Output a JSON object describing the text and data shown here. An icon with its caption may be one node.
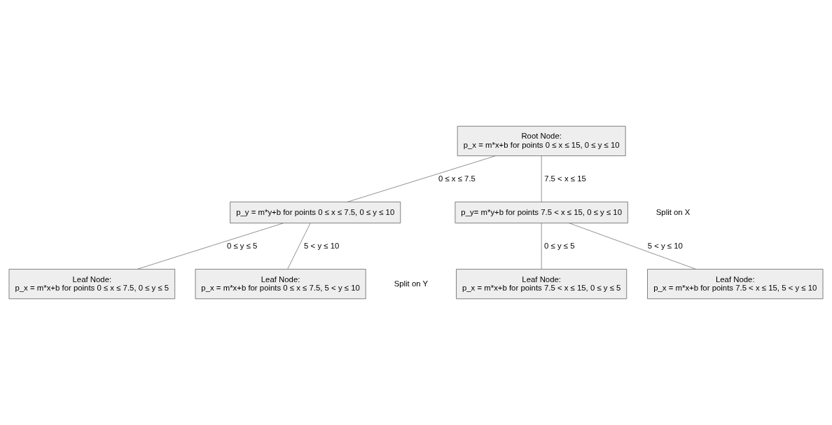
{
  "diagram": {
    "nodes": [
      {
        "text": [
          "Root Node:",
          "p_x = m*x+b for points 0 ≤ x ≤ 15, 0 ≤ y ≤ 10"
        ]
      },
      {
        "text": [
          "p_y = m*y+b for points 0 ≤ x ≤ 7.5, 0 ≤ y ≤ 10"
        ]
      },
      {
        "text": [
          "p_y= m*y+b for points 7.5 < x ≤ 15, 0 ≤ y ≤ 10"
        ]
      },
      {
        "text": [
          "Leaf Node:",
          "p_x = m*x+b for points 0 ≤ x ≤ 7.5, 0 ≤ y ≤ 5"
        ]
      },
      {
        "text": [
          "Leaf Node:",
          "p_x = m*x+b for points 0 ≤ x ≤ 7.5, 5 < y ≤ 10"
        ]
      },
      {
        "text": [
          "Leaf Node:",
          "p_x = m*x+b for points 7.5 < x ≤ 15, 0 ≤ y ≤ 5"
        ]
      },
      {
        "text": [
          "Leaf Node:",
          "p_x = m*x+b for points 7.5 < x ≤ 15, 5 < y ≤ 10"
        ]
      }
    ],
    "edges": [
      {
        "from": 0,
        "to": 1,
        "arrow": "none",
        "label": "0 ≤ x ≤ 7.5"
      },
      {
        "from": 0,
        "to": 2,
        "arrow": "none",
        "label": "7.5 < x ≤ 15"
      },
      {
        "from": 1,
        "to": 3,
        "arrow": "none",
        "label": "0 ≤ y ≤ 5"
      },
      {
        "from": 1,
        "to": 4,
        "arrow": "none",
        "label": "5 < y ≤ 10"
      },
      {
        "from": 2,
        "to": 5,
        "arrow": "none",
        "label": "0 ≤ y ≤ 5"
      },
      {
        "from": 2,
        "to": 6,
        "arrow": "none",
        "label": "5 < y ≤ 10"
      }
    ],
    "labels": [
      "Split on X",
      "Split on Y"
    ]
  }
}
